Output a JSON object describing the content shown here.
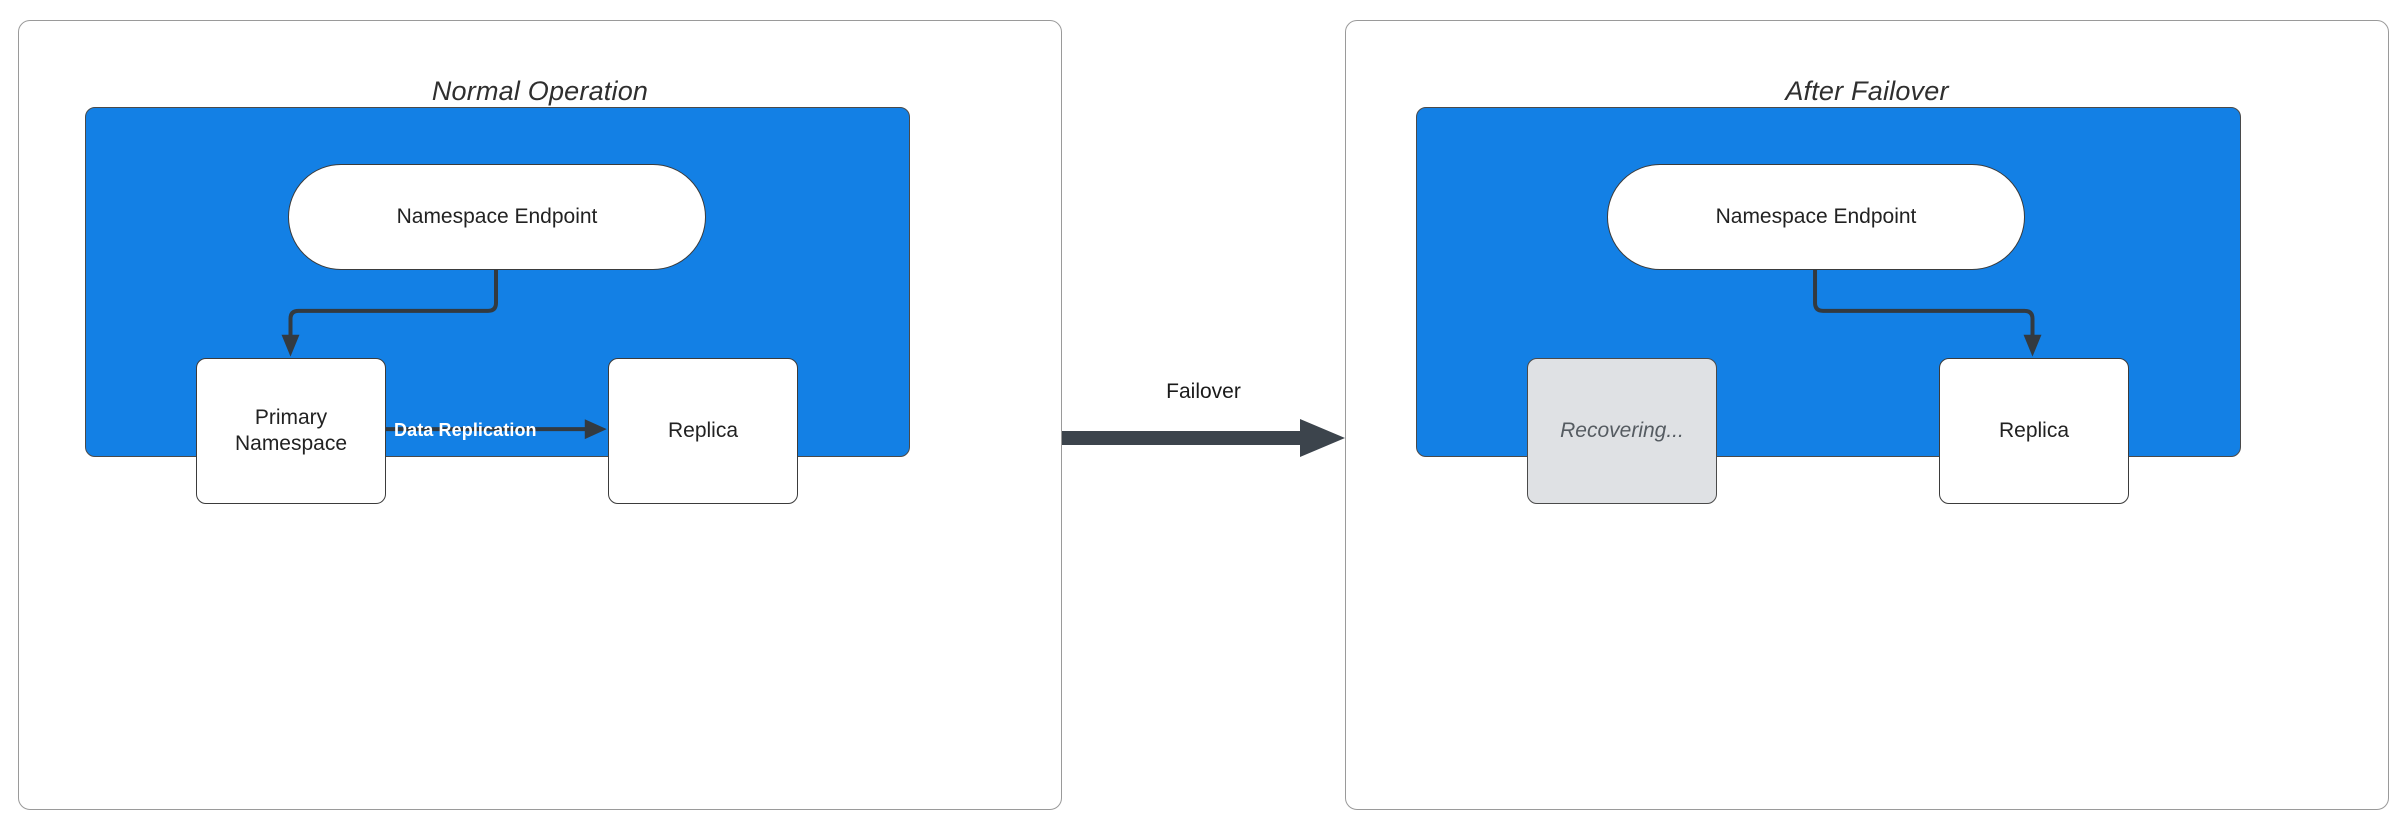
{
  "diagram": {
    "title_left": "Normal Operation",
    "title_right": "After Failover",
    "accent_blue": "#1380E5",
    "node_border": "#3b3b3b",
    "connector_color": "#333A40",
    "dim_fill": "#DFE1E4",
    "panel_border": "#9a9a9a"
  },
  "panel_normal": {
    "title": "Normal Operation",
    "nodes": {
      "endpoint": "Namespace Endpoint",
      "primary_line1": "Primary",
      "primary_line2": "Namespace",
      "replica": "Replica"
    },
    "edges": {
      "endpoint_to_primary": "",
      "data_replication": "Data Replication"
    }
  },
  "transition": {
    "label": "Failover"
  },
  "panel_failover": {
    "title": "After Failover",
    "nodes": {
      "endpoint": "Namespace Endpoint",
      "recovering": "Recovering...",
      "replica": "Replica"
    },
    "edges": {
      "endpoint_to_replica": ""
    }
  }
}
